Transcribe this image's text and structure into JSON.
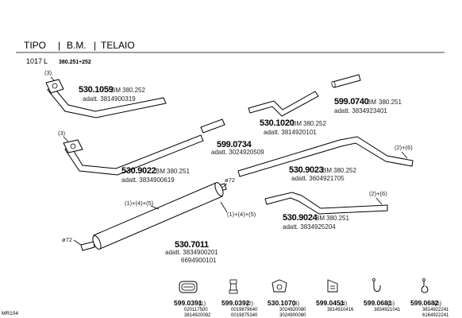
{
  "header": {
    "col_tipo": "TIPO",
    "col_bm": "B.M.",
    "col_telaio": "TELAIO",
    "sep": "|",
    "model": "1017",
    "model_suffix": "L",
    "range": "380.251÷252"
  },
  "parts": [
    {
      "code": "530.1059",
      "bm": "BM",
      "bmnum": "380.252",
      "adatt": "adatt. 3814900319",
      "callout": "(3)"
    },
    {
      "code": "599.0740",
      "bm": "BM",
      "bmnum": "380.251",
      "adatt": "adatt. 3834923401"
    },
    {
      "code": "530.1020",
      "bm": "BM",
      "bmnum": "380.252",
      "adatt": "adatt. 3814920101"
    },
    {
      "code": "599.0734",
      "adatt": "adatt. 3024920509"
    },
    {
      "code": "530.9022",
      "bm": "BM",
      "bmnum": "380.251",
      "adatt": "adatt. 3834900619",
      "callout": "(3)"
    },
    {
      "code": "530.9023",
      "bm": "BM",
      "bmnum": "380.252",
      "adatt": "adatt. 3604921705",
      "callout": "(2)+(6)"
    },
    {
      "code": "530.9024",
      "bm": "BM",
      "bmnum": "380.251",
      "adatt": "adatt. 3834925204",
      "callout": "(2)+(6)"
    },
    {
      "code": "530.7011",
      "adatt": "adatt. 3834900201",
      "adatt2": "6694900101",
      "callout_left": "(1)+(4)+(5)",
      "callout_right": "(1)+(4)+(5)",
      "dia_top": "ø72",
      "dia_left": "ø72"
    }
  ],
  "accessories": [
    {
      "code": "599.0391",
      "note": "(1)",
      "refs": [
        "020117500",
        "3814920082"
      ],
      "icon": "clamp-icon"
    },
    {
      "code": "599.0392",
      "note": "(2)",
      "refs": [
        "0019879640",
        "0019875340"
      ],
      "icon": "bolt-icon"
    },
    {
      "code": "530.1070",
      "note": "(3)",
      "refs": [
        "3024920080",
        "3024900080"
      ],
      "icon": "gasket-icon"
    },
    {
      "code": "599.0451",
      "note": "(4)",
      "refs": [
        "3814910416"
      ],
      "icon": "bracket-icon"
    },
    {
      "code": "599.0681",
      "note": "(5)",
      "refs": [
        "3834921041"
      ],
      "icon": "hook-icon"
    },
    {
      "code": "599.0682",
      "note": "(6)",
      "refs": [
        "3814922241",
        "6164922241"
      ],
      "icon": "rubber-hanger-icon"
    }
  ],
  "footer": {
    "page_code": "MR104"
  }
}
